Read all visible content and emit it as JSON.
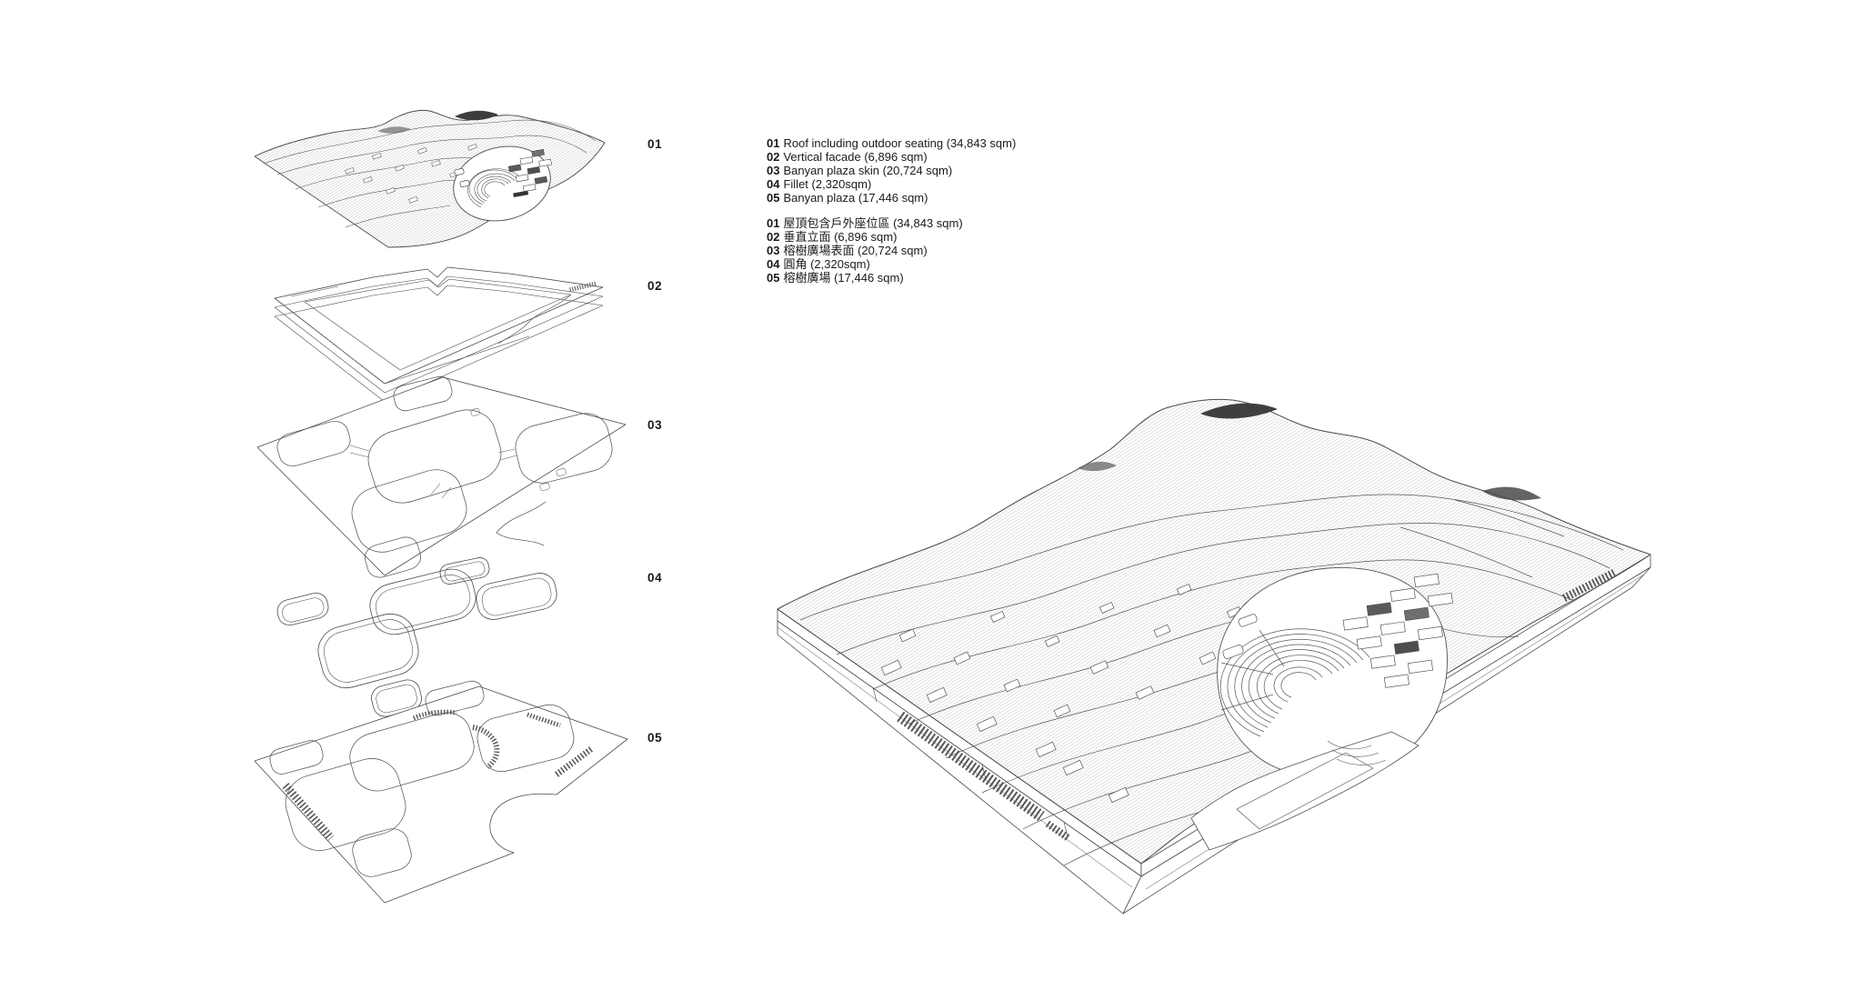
{
  "page": {
    "background": "#ffffff",
    "line_color": "#4a4a4a",
    "text_color": "#1a1a1a",
    "description_semantic": "Exploded axonometric architectural diagram (left) with numbered layers and assembled wavy-roof building drawing (right)"
  },
  "exploded": {
    "labels": [
      "01",
      "02",
      "03",
      "04",
      "05"
    ]
  },
  "legend_en": {
    "items": [
      {
        "num": "01",
        "text": "Roof including outdoor seating (34,843 sqm)"
      },
      {
        "num": "02",
        "text": "Vertical facade (6,896 sqm)"
      },
      {
        "num": "03",
        "text": "Banyan plaza skin (20,724 sqm)"
      },
      {
        "num": "04",
        "text": "Fillet (2,320sqm)"
      },
      {
        "num": "05",
        "text": "Banyan plaza (17,446 sqm)"
      }
    ]
  },
  "legend_zh": {
    "items": [
      {
        "num": "01",
        "text": "屋頂包含戶外座位區 (34,843 sqm)"
      },
      {
        "num": "02",
        "text": "垂直立面 (6,896 sqm)"
      },
      {
        "num": "03",
        "text": "榕樹廣場表面 (20,724 sqm)"
      },
      {
        "num": "04",
        "text": "圓角 (2,320sqm)"
      },
      {
        "num": "05",
        "text": "榕樹廣場 (17,446 sqm)"
      }
    ]
  }
}
